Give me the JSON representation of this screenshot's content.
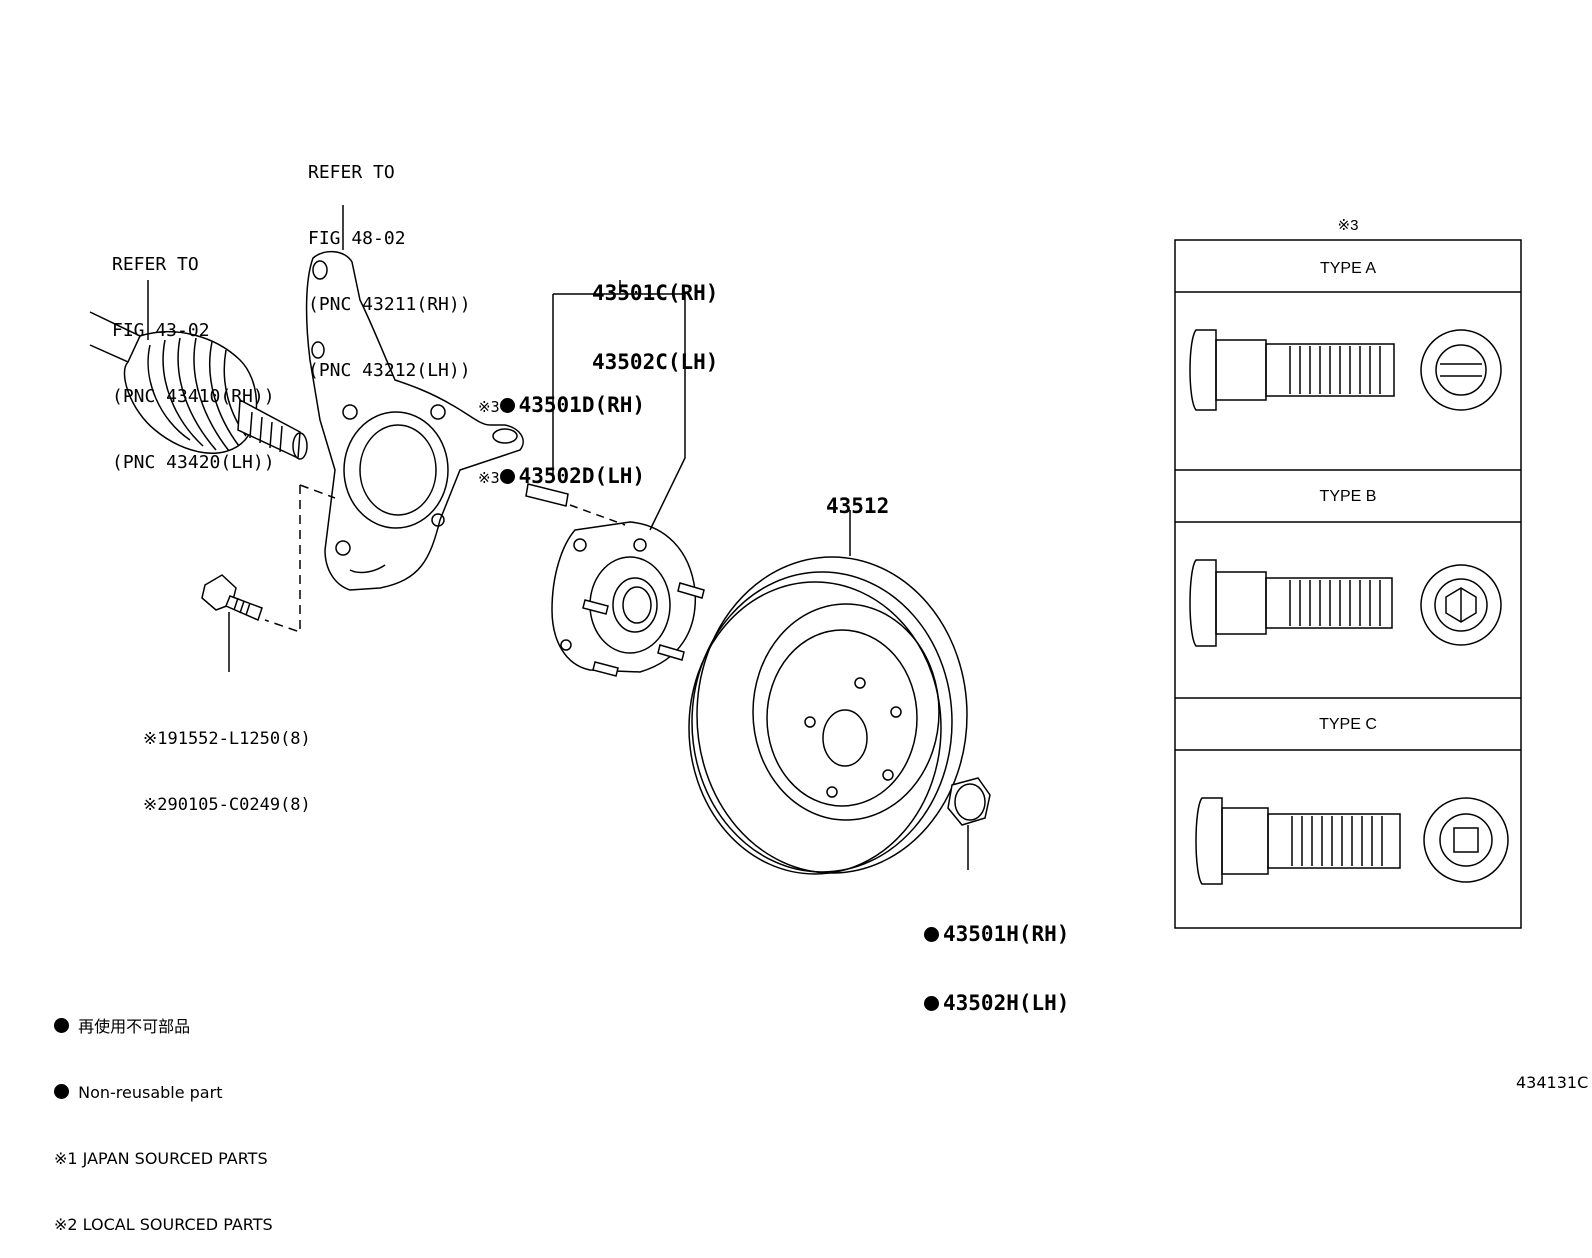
{
  "diagram_id": "434131C",
  "callouts": {
    "knuckle_ref": [
      "REFER TO",
      "FIG 48-02",
      "(PNC 43211(RH))",
      "(PNC 43212(LH))"
    ],
    "shaft_ref": [
      "REFER TO",
      "FIG 43-02",
      "(PNC 43410(RH))",
      "(PNC 43420(LH))"
    ],
    "hub_assy": [
      "43501C(RH)",
      "43502C(LH)"
    ],
    "hub_bolt_1": "43501D(RH)",
    "hub_bolt_2": "43502D(LH)",
    "hub_bolt_prefix": "※3",
    "disc": "43512",
    "bolt_1": "※191552-L1250(8)",
    "bolt_2": "※290105-C0249(8)",
    "nut_1": "43501H(RH)",
    "nut_2": "43502H(LH)"
  },
  "types_panel": {
    "header": "※3",
    "types": [
      "TYPE A",
      "TYPE B",
      "TYPE C"
    ]
  },
  "legend": {
    "non_reusable_jp": "再使用不可部品",
    "non_reusable_en": "Non-reusable part",
    "note_1": "※1 JAPAN SOURCED PARTS",
    "note_2": "※2 LOCAL SOURCED PARTS"
  }
}
